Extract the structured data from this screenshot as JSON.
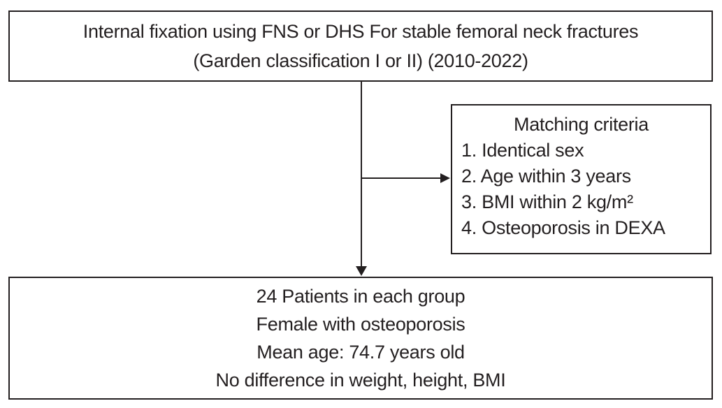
{
  "flowchart": {
    "colors": {
      "border": "#231f20",
      "text": "#231f20",
      "background": "#ffffff"
    },
    "top_box": {
      "line1": "Internal fixation using FNS or DHS For stable femoral neck fractures",
      "line2": "(Garden classification I or II) (2010-2022)"
    },
    "matching_box": {
      "title": "Matching criteria",
      "items": [
        "1. Identical sex",
        "2. Age within 3 years",
        "3. BMI within 2 kg/m²",
        "4. Osteoporosis in DEXA"
      ]
    },
    "result_box": {
      "lines": [
        "24 Patients in each group",
        "Female with osteoporosis",
        "Mean age: 74.7 years old",
        "No difference in weight, height, BMI"
      ]
    }
  }
}
